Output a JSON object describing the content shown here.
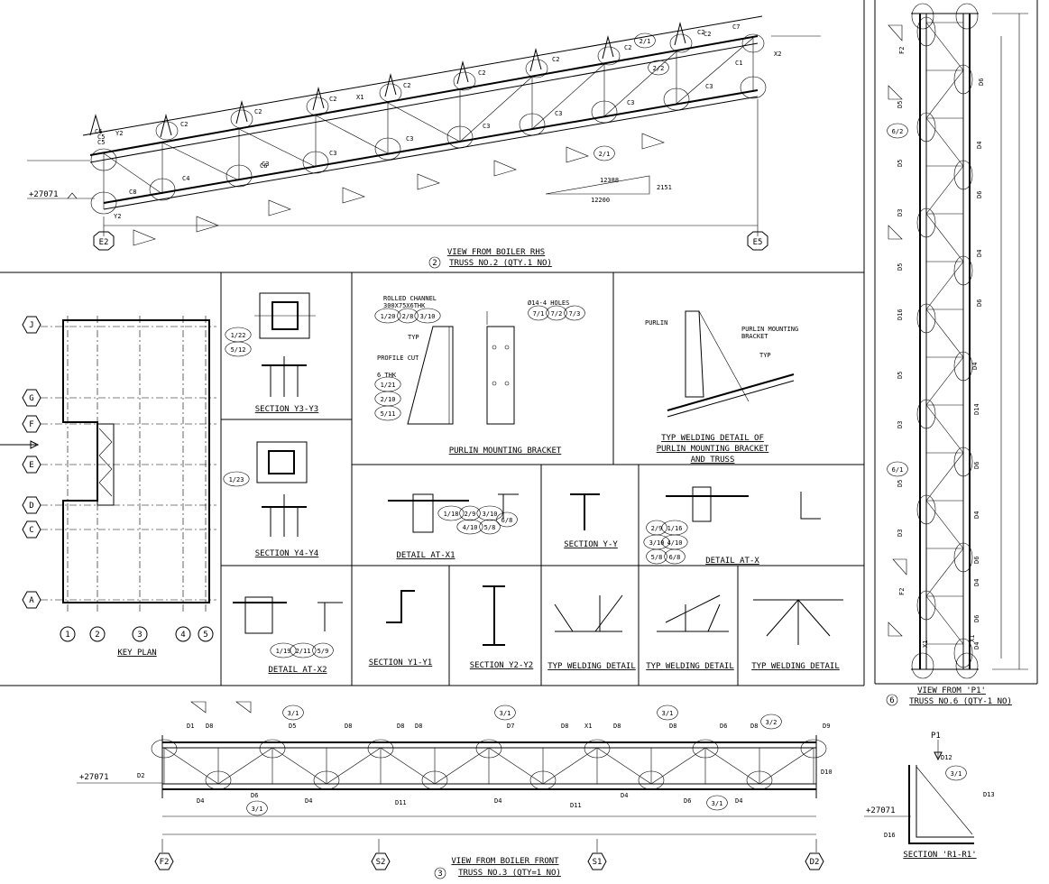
{
  "panels": {
    "top_truss": {
      "title": "VIEW FROM BOILER RHS",
      "subtitle": "TRUSS NO.2 (QTY.1 NO)",
      "title_marker": "2",
      "left_grid": "E2",
      "right_grid": "E5",
      "elevation": "+27071",
      "slope_h": "12200",
      "slope_v": "2151",
      "slope_l": "12388",
      "tags": [
        "C2",
        "C2",
        "C2",
        "C2",
        "C2",
        "C2",
        "C2",
        "C2",
        "C2",
        "C3",
        "C3",
        "C3",
        "C3",
        "C3",
        "C3",
        "C3",
        "C4",
        "C5",
        "C5",
        "C6",
        "C6",
        "C7",
        "C8",
        "C1",
        "X1",
        "2/1",
        "2/2",
        "2/1",
        "X2",
        "Y2",
        "Y2"
      ]
    },
    "right_truss": {
      "title": "VIEW FROM 'P1'",
      "subtitle": "TRUSS NO.6 (QTY-1 NO)",
      "title_marker": "6",
      "tags": [
        "D6",
        "D5",
        "D5",
        "D3",
        "D5",
        "D16",
        "D5",
        "D3",
        "D5",
        "D3",
        "D4",
        "D6",
        "D4",
        "D6",
        "D4",
        "D14",
        "D6",
        "D4",
        "D6",
        "D4",
        "D6",
        "D4",
        "F2",
        "F2",
        "X1",
        "X1",
        "6/2",
        "6/1"
      ]
    },
    "bottom_truss": {
      "title": "VIEW FROM BOILER FRONT",
      "subtitle": "TRUSS NO.3 (QTY=1 NO)",
      "title_marker": "3",
      "elevation": "+27071",
      "grids": [
        "F2",
        "S2",
        "S1",
        "D2"
      ],
      "top_tags": [
        "D1",
        "D8",
        "D5",
        "D8",
        "D8",
        "D8",
        "D7",
        "D8",
        "X1",
        "D8",
        "D8",
        "D6",
        "D8",
        "D9"
      ],
      "circle_tags": [
        "3/1",
        "3/1",
        "3/1",
        "3/2",
        "3/1",
        "3/1"
      ],
      "bottom_tags": [
        "D2",
        "D4",
        "D6",
        "D4",
        "D11",
        "D4",
        "D11",
        "D4",
        "D6",
        "D4",
        "D10"
      ]
    },
    "key_plan": {
      "title": "KEY PLAN",
      "row_grids": [
        "J",
        "G",
        "F",
        "E",
        "D",
        "C",
        "A"
      ],
      "col_grids": [
        "1",
        "2",
        "3",
        "4",
        "5"
      ]
    },
    "section_y3": {
      "title": "SECTION Y3-Y3",
      "tags": [
        "1/22",
        "5/12"
      ]
    },
    "section_y4": {
      "title": "SECTION Y4-Y4",
      "tags": [
        "1/23"
      ]
    },
    "purlin_bracket": {
      "title": "PURLIN MOUNTING BRACKET",
      "note1": "ROLLED CHANNEL",
      "note2": "300X75X6THK",
      "holes": "Ø14-4 HOLES",
      "profile": "PROFILE CUT",
      "thk": "6 THK",
      "typ": "TYP",
      "tags_a": [
        "1/20",
        "2/8",
        "3/10"
      ],
      "tags_b": [
        "7/1",
        "7/2",
        "7/3"
      ],
      "tags_c": [
        "1/21",
        "2/10",
        "5/11"
      ]
    },
    "typ_welding_big": {
      "title1": "TYP WELDING DETAIL OF",
      "title2": "PURLIN MOUNTING BRACKET",
      "title3": "AND TRUSS",
      "purlin": "PURLIN",
      "bracket1": "PURLIN MOUNTING",
      "bracket2": "BRACKET",
      "typ": "TYP"
    },
    "detail_x1": {
      "title": "DETAIL AT-X1",
      "tags": [
        "1/18",
        "2/9",
        "3/10",
        "4/10",
        "5/8",
        "6/8"
      ]
    },
    "section_yy": {
      "title": "SECTION Y-Y"
    },
    "detail_x": {
      "title": "DETAIL AT-X",
      "tags": [
        "2/9",
        "1/16",
        "3/10",
        "4/10",
        "5/8",
        "6/8"
      ]
    },
    "detail_x2": {
      "title": "DETAIL AT-X2",
      "tags": [
        "1/19",
        "2/11",
        "5/9"
      ]
    },
    "section_y1": {
      "title": "SECTION Y1-Y1"
    },
    "section_y2": {
      "title": "SECTION Y2-Y2"
    },
    "weld1": {
      "title": "TYP WELDING DETAIL"
    },
    "weld2": {
      "title": "TYP WELDING DETAIL"
    },
    "weld3": {
      "title": "TYP WELDING DETAIL"
    },
    "section_r1": {
      "title": "SECTION 'R1-R1'",
      "elevation": "+27071",
      "arrow": "P1",
      "tags": [
        "D12",
        "3/1",
        "D13",
        "D16"
      ]
    }
  }
}
